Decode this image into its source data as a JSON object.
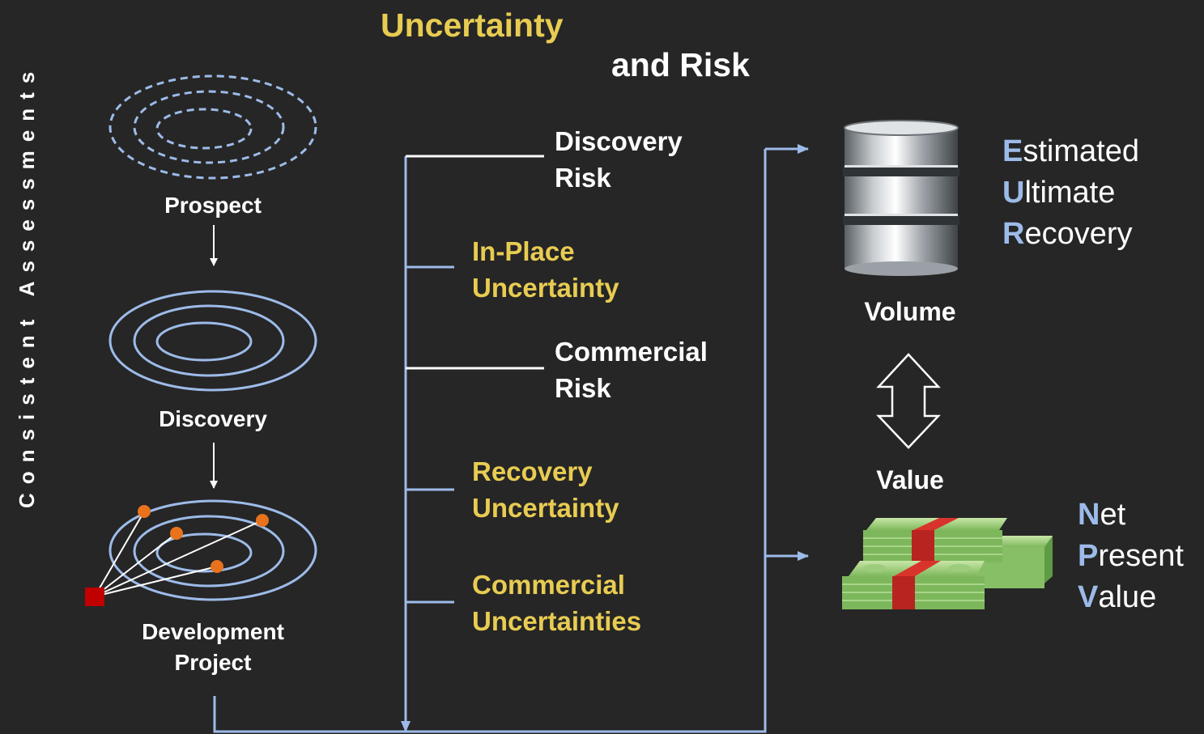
{
  "title": {
    "line1": "Uncertainty",
    "line2": "and Risk"
  },
  "side_label": "Consistent Assessments",
  "stages": {
    "prospect": "Prospect",
    "discovery": "Discovery",
    "development_line1": "Development",
    "development_line2": "Project"
  },
  "branches": {
    "discovery_risk": [
      "Discovery",
      "Risk"
    ],
    "inplace_uncertainty": [
      "In-Place",
      "Uncertainty"
    ],
    "commercial_risk": [
      "Commercial",
      "Risk"
    ],
    "recovery_uncertainty": [
      "Recovery",
      "Uncertainty"
    ],
    "commercial_uncertainties": [
      "Commercial",
      "Uncertainties"
    ]
  },
  "outputs": {
    "volume": "Volume",
    "value": "Value",
    "eur": [
      {
        "initial": "E",
        "rest": "stimated"
      },
      {
        "initial": "U",
        "rest": "ltimate"
      },
      {
        "initial": "R",
        "rest": "ecovery"
      }
    ],
    "npv": [
      {
        "initial": "N",
        "rest": "et"
      },
      {
        "initial": "P",
        "rest": "resent"
      },
      {
        "initial": "V",
        "rest": "alue"
      }
    ]
  },
  "colors": {
    "background": "#262626",
    "accent_yellow": "#e8cc52",
    "line_blue": "#9dbbe9",
    "well_orange": "#e8731c",
    "platform_red": "#c00000"
  }
}
